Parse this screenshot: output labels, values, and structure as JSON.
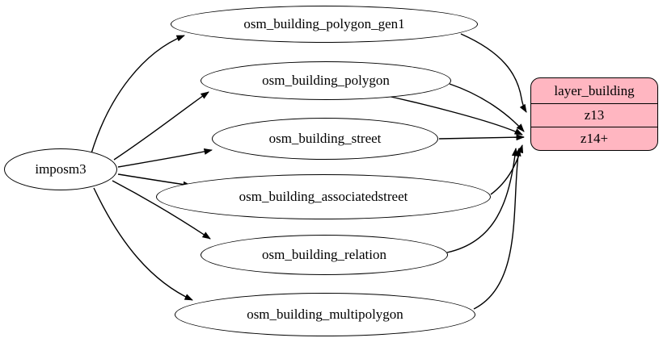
{
  "diagram": {
    "source_node": {
      "label": "imposm3"
    },
    "tables": [
      {
        "label": "osm_building_polygon_gen1"
      },
      {
        "label": "osm_building_polygon"
      },
      {
        "label": "osm_building_street"
      },
      {
        "label": "osm_building_associatedstreet"
      },
      {
        "label": "osm_building_relation"
      },
      {
        "label": "osm_building_multipolygon"
      }
    ],
    "layer_node": {
      "title": "layer_building",
      "rows": [
        "z13",
        "z14+"
      ],
      "fill_color": "#ffb6c1",
      "border_color": "#000000"
    },
    "edges": [
      {
        "from": "imposm3",
        "to": "osm_building_polygon_gen1"
      },
      {
        "from": "imposm3",
        "to": "osm_building_polygon"
      },
      {
        "from": "imposm3",
        "to": "osm_building_street"
      },
      {
        "from": "imposm3",
        "to": "osm_building_associatedstreet"
      },
      {
        "from": "imposm3",
        "to": "osm_building_relation"
      },
      {
        "from": "imposm3",
        "to": "osm_building_multipolygon"
      },
      {
        "from": "osm_building_polygon_gen1",
        "to": "layer_building.z13"
      },
      {
        "from": "osm_building_polygon",
        "to": "layer_building.z14+"
      },
      {
        "from": "osm_building_street",
        "to": "layer_building.z14+"
      },
      {
        "from": "osm_building_associatedstreet",
        "to": "layer_building.z14+"
      },
      {
        "from": "osm_building_relation",
        "to": "layer_building.z14+"
      },
      {
        "from": "osm_building_multipolygon",
        "to": "layer_building.z14+"
      }
    ]
  }
}
